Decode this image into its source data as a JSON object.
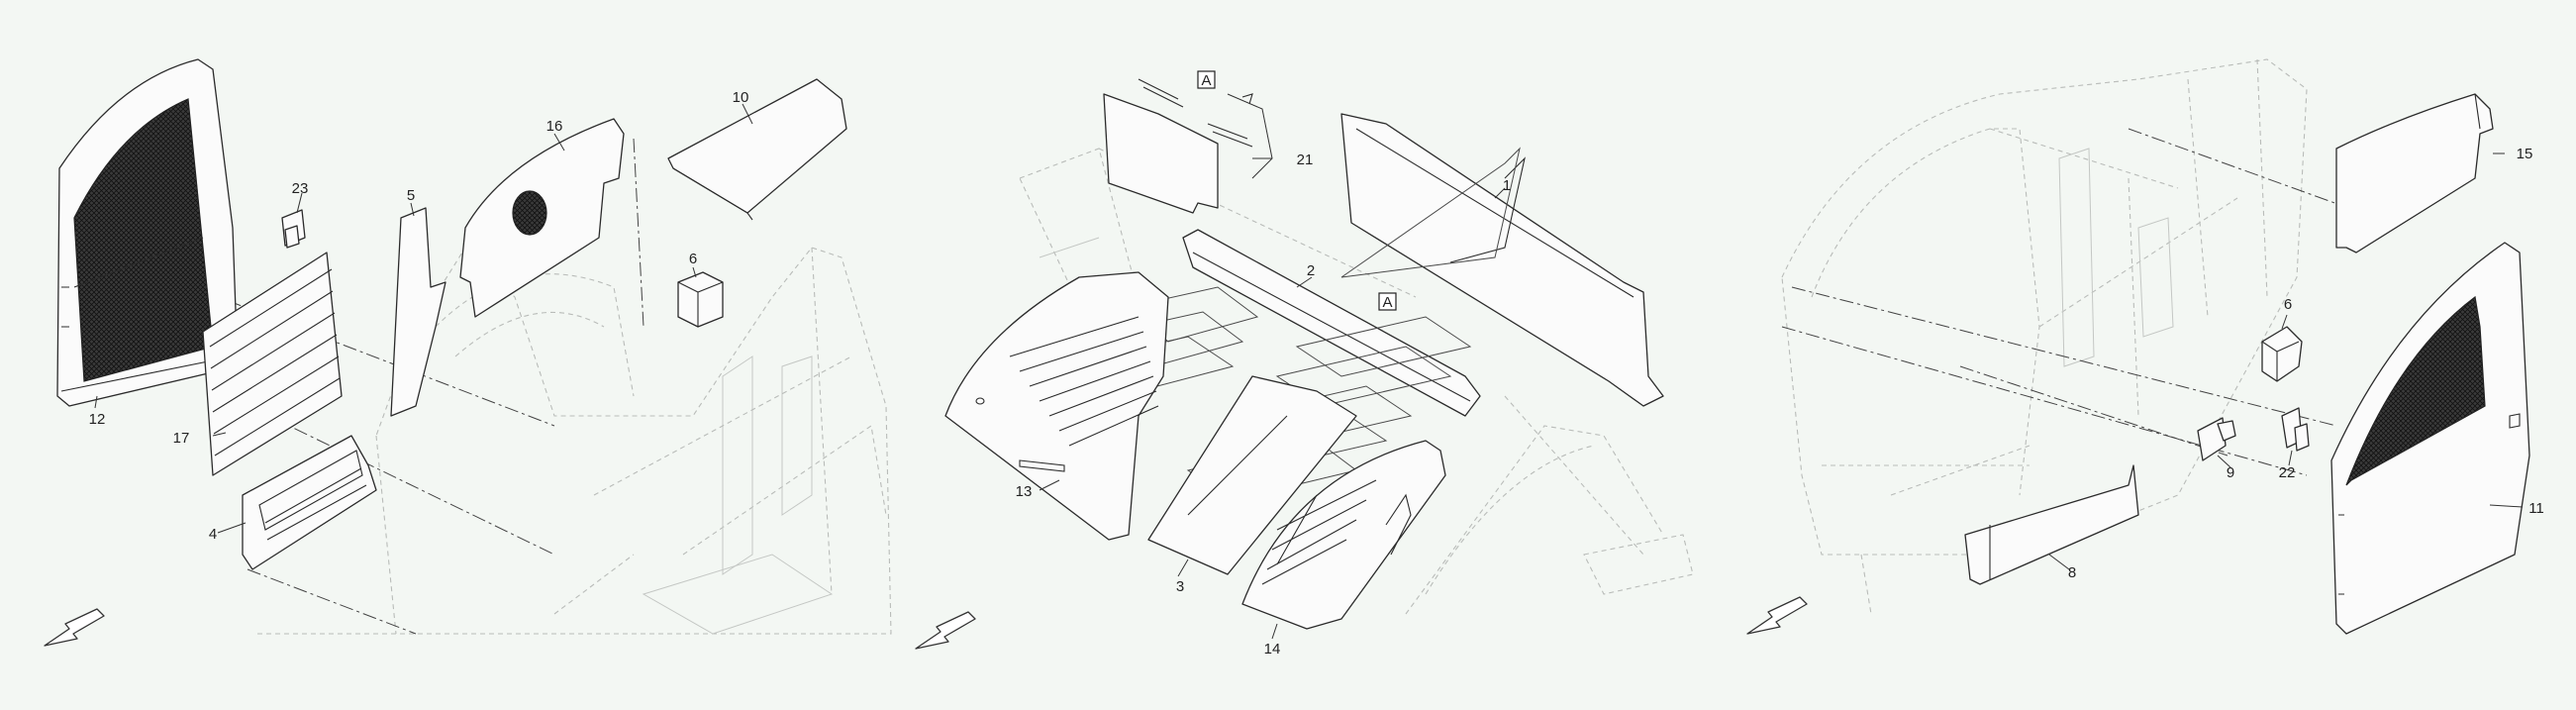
{
  "callouts": {
    "c1": "1",
    "c2": "2",
    "c3": "3",
    "c4": "4",
    "c5": "5",
    "c6a": "6",
    "c6b": "6",
    "c8": "8",
    "c9": "9",
    "c10": "10",
    "c11": "11",
    "c12": "12",
    "c13": "13",
    "c14": "14",
    "c15": "15",
    "c16": "16",
    "c17": "17",
    "c21": "21",
    "c22": "22",
    "c23": "23"
  },
  "detail_markers": {
    "a_top": "A",
    "a_mid": "A"
  },
  "colors": {
    "background": "#f3f7f3",
    "line": "#2b2b2b",
    "ghost": "#b9bcb9"
  }
}
